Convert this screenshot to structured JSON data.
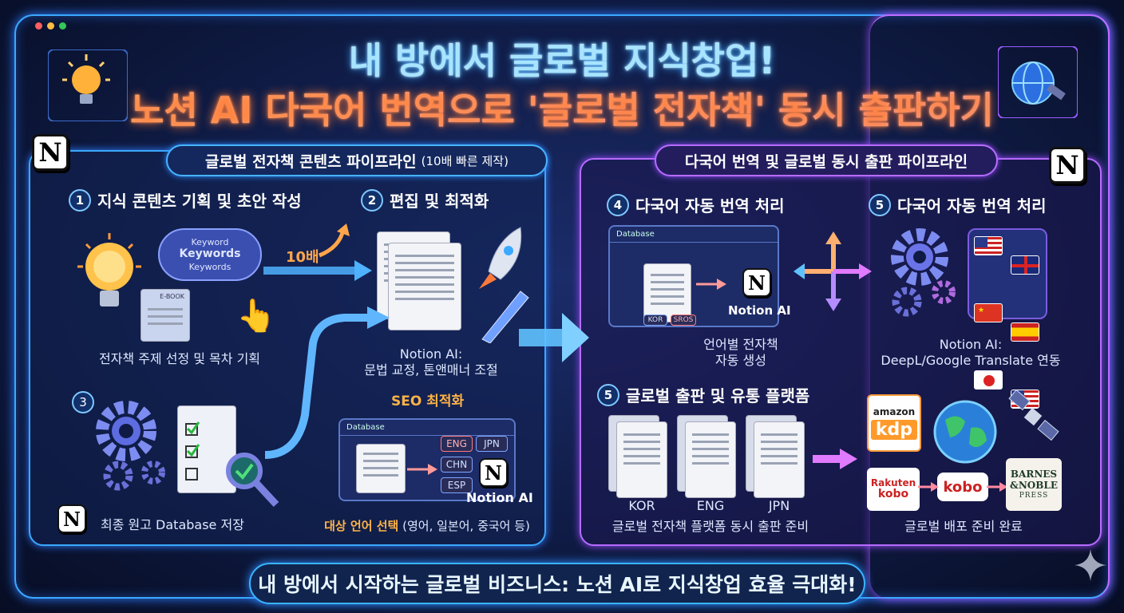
{
  "title": {
    "line1": "내 방에서 글로벌 지식창업!",
    "line2": "노션 AI 다국어 번역으로 '글로벌 전자책' 동시 출판하기"
  },
  "left_panel": {
    "header": "글로벌 전자책 콘텐츠 파이프라인",
    "header_note": "(10배 빠른 제작)",
    "step1": {
      "num": "1",
      "title": "지식 콘텐츠 기획 및 초안 작성",
      "caption": "전자책 주제 선정 및 목차 기획",
      "cloud_words": [
        "Keyword",
        "Keywords",
        "Keywords"
      ],
      "book_label": "E-BOOK"
    },
    "step2": {
      "num": "2",
      "title": "편집 및 최적화",
      "caption_line1": "Notion AI:",
      "caption_line2": "문법 교정, 톤앤매너 조절",
      "seo": "SEO 최적화",
      "speed_label": "10배"
    },
    "step3": {
      "num": "3",
      "caption": "최종 원고 Database 저장"
    },
    "db_panel": {
      "header": "Database",
      "langs": [
        "ENG",
        "JPN",
        "CHN",
        "ESP"
      ],
      "notion_label": "Notion AI",
      "caption_highlight": "대상 언어 선택",
      "caption_rest": "(영어, 일본어, 중국어 등)"
    }
  },
  "right_panel": {
    "header": "다국어 번역 및 글로벌 동시 출판 파이프라인",
    "step4": {
      "num": "4",
      "title": "다국어 자동 번역 처리",
      "db_header": "Database",
      "tags": [
        "KOR",
        "SROS"
      ],
      "notion_label": "Notion AI",
      "caption_line1": "언어별 전자책",
      "caption_line2": "자동 생성"
    },
    "step5a": {
      "num": "5",
      "title": "다국어 자동 번역 처리",
      "caption_line1": "Notion AI:",
      "caption_line2": "DeepL/Google Translate 연동"
    },
    "step5b": {
      "num": "5",
      "title": "글로벌 출판 및 유통 플랫폼",
      "doc_labels": [
        "KOR",
        "ENG",
        "JPN"
      ],
      "caption": "글로벌 전자책 플랫폼 동시 출판 준비"
    },
    "platforms": {
      "amazon": "amazon",
      "kdp": "kdp",
      "rakuten": "Rakuten",
      "rakuten_kobo": "kobo",
      "kobo": "kobo",
      "bn1": "BARNES",
      "bn2": "&NOBLE",
      "bn3": "PRESS",
      "caption": "글로벌 배포 준비 완료"
    }
  },
  "footer": "내 방에서 시작하는 글로벌 비즈니스: 노션 AI로 지식창업 효율 극대화!",
  "notion_glyph": "N",
  "colors": {
    "accent_blue": "#3aa9ff",
    "accent_purple": "#b66cff",
    "title_orange": "#ffb070",
    "seo_orange": "#ffb347"
  }
}
